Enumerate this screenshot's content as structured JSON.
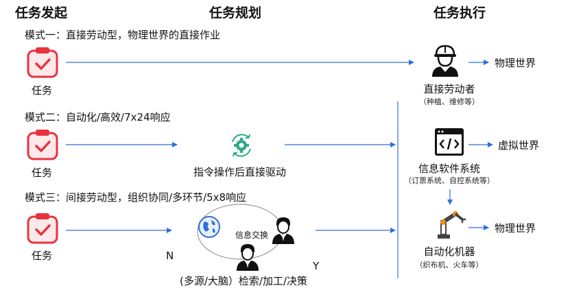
{
  "headers": {
    "initiate": "任务发起",
    "plan": "任务规划",
    "execute": "任务执行"
  },
  "modes": {
    "m1": "模式一：直接劳动型，物理世界的直接作业",
    "m2": "模式二：自动化/高效/7x24响应",
    "m3": "模式三：间接劳动型，组织协同/多环节/5x8响应"
  },
  "task_label": "任务",
  "plan": {
    "command_driven": "指令操作后直接驱动",
    "info_exchange": "信息交换",
    "n": "N",
    "y": "Y",
    "bottom": "(多源/大脑）检索/加工/决策"
  },
  "exec": {
    "worker": {
      "title": "直接劳动者",
      "sub": "（种植、维修等）",
      "world": "物理世界"
    },
    "software": {
      "title": "信息软件系统",
      "sub": "（订票系统、自控系统等）",
      "world": "虚拟世界"
    },
    "machine": {
      "title": "自动化机器",
      "sub": "（织布机、火车等）",
      "world": "物理世界"
    }
  },
  "colors": {
    "task_red": "#e8323f",
    "arrow_blue": "#2f6fd8",
    "gear_green": "#2eaa8a",
    "cycle_gray": "#9a9a9a"
  }
}
